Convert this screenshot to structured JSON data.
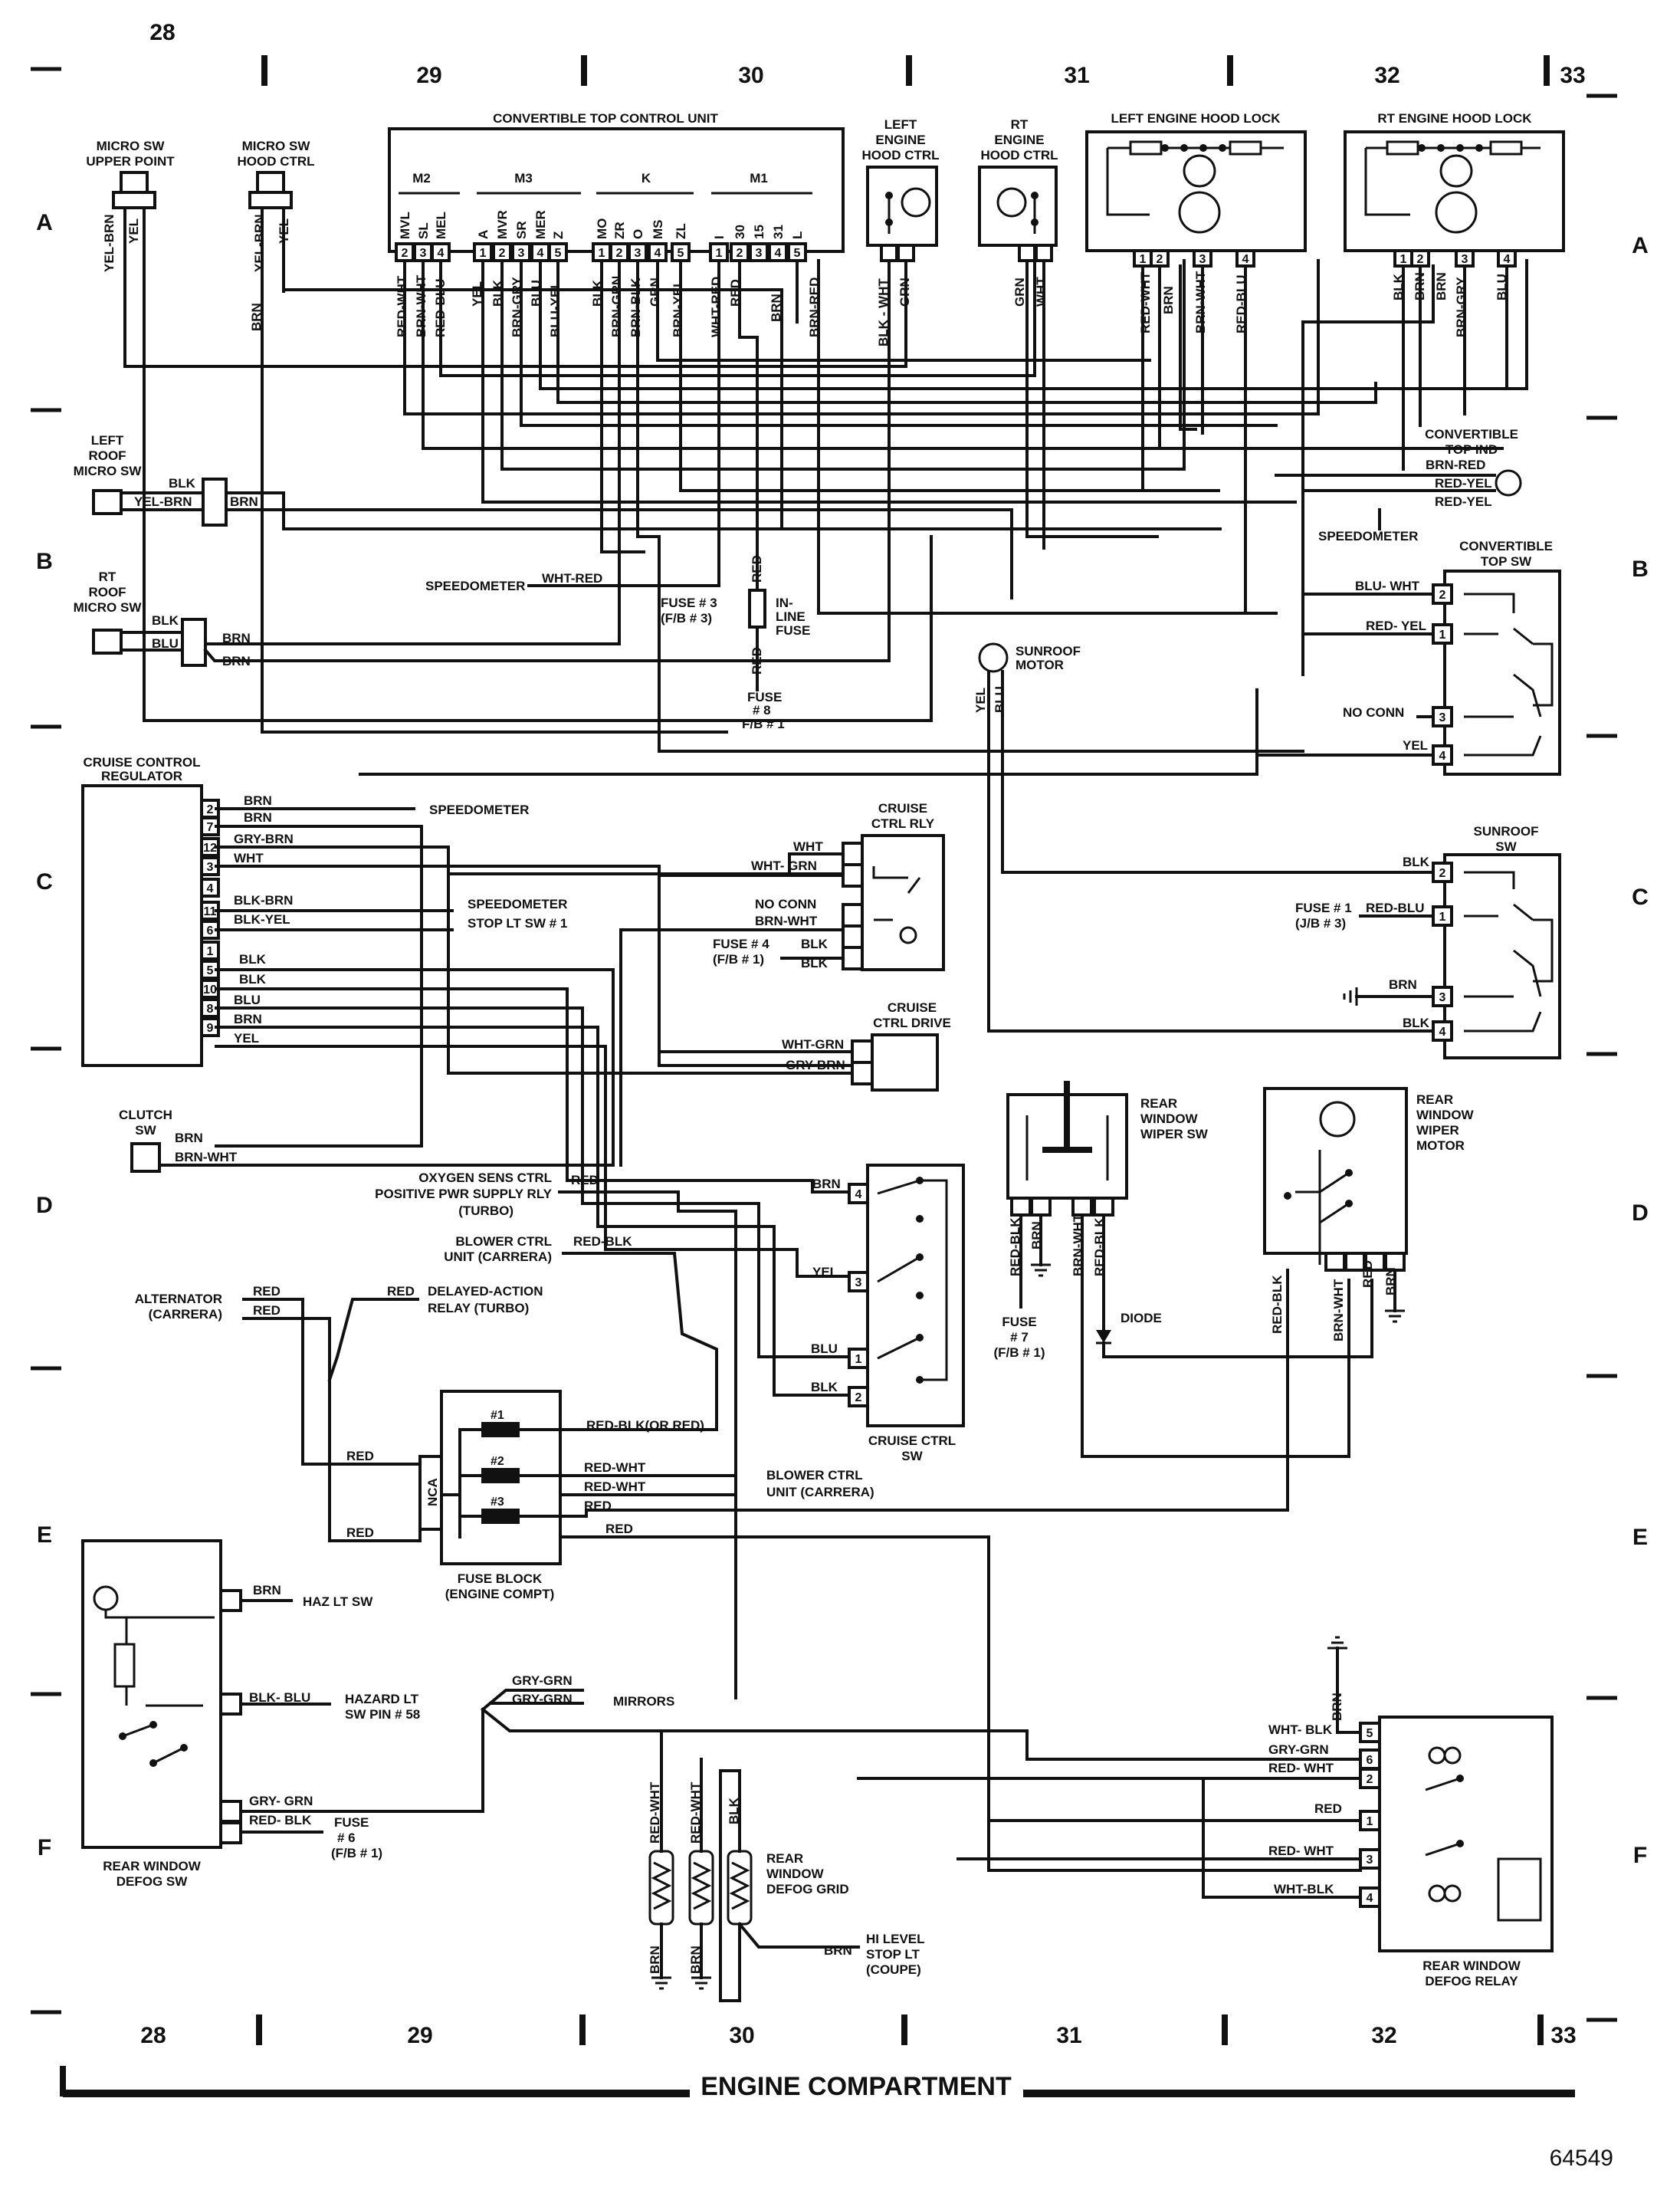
{
  "grid": {
    "columns": [
      "28",
      "29",
      "30",
      "31",
      "32",
      "33"
    ],
    "rows": [
      "A",
      "B",
      "C",
      "D",
      "E",
      "F"
    ]
  },
  "title": "ENGINE COMPARTMENT",
  "figure_number": "64549",
  "components": {
    "micro_sw_upper": [
      "MICRO SW",
      "UPPER POINT"
    ],
    "micro_sw_hood": [
      "MICRO SW",
      "HOOD CTRL"
    ],
    "top_control_unit": "CONVERTIBLE TOP CONTROL UNIT",
    "tcu_groups": [
      "M2",
      "M3",
      "K",
      "M1"
    ],
    "tcu_terms": [
      "MVL",
      "SL",
      "MEL",
      "A",
      "MVR",
      "SR",
      "MER",
      "Z",
      "MO",
      "ZR",
      "O",
      "MS",
      "ZL",
      "I",
      "30",
      "15",
      "31",
      "L"
    ],
    "tcu_pins": [
      "2",
      "3",
      "4",
      "1",
      "2",
      "3",
      "4",
      "5",
      "1",
      "2",
      "3",
      "4",
      "5",
      "1",
      "2",
      "3",
      "4",
      "5"
    ],
    "left_hood_ctrl": [
      "LEFT",
      "ENGINE",
      "HOOD CTRL"
    ],
    "rt_hood_ctrl": [
      "RT",
      "ENGINE",
      "HOOD CTRL"
    ],
    "left_hood_lock": "LEFT ENGINE HOOD LOCK",
    "rt_hood_lock": "RT ENGINE HOOD LOCK",
    "lock_pins": [
      "1",
      "2",
      "3",
      "4"
    ],
    "left_roof_micro": [
      "LEFT",
      "ROOF",
      "MICRO SW"
    ],
    "rt_roof_micro": [
      "RT",
      "ROOF",
      "MICRO SW"
    ],
    "convertible_top_ind": [
      "CONVERTIBLE",
      "TOP IND"
    ],
    "convertible_top_sw": [
      "CONVERTIBLE",
      "TOP SW"
    ],
    "speedometer": "SPEEDOMETER",
    "fuse3": [
      "FUSE # 3",
      "(F/B # 3)"
    ],
    "inline_fuse": [
      "IN-",
      "LINE",
      "FUSE"
    ],
    "fuse8": [
      "FUSE",
      "# 8",
      "F/B # 1"
    ],
    "sunroof_motor": [
      "SUNROOF",
      "MOTOR"
    ],
    "no_conn": "NO CONN",
    "cruise_regulator": [
      "CRUISE CONTROL",
      "REGULATOR"
    ],
    "regulator_pins": [
      "2",
      "7",
      "12",
      "3",
      "4",
      "11",
      "6",
      "1",
      "5",
      "10",
      "8",
      "9"
    ],
    "cruise_rly": [
      "CRUISE",
      "CTRL RLY"
    ],
    "fuse4": [
      "FUSE # 4",
      "(F/B # 1)"
    ],
    "stop_lt_sw": "STOP LT SW # 1",
    "cruise_drive": [
      "CRUISE",
      "CTRL DRIVE"
    ],
    "sunroof_sw": [
      "SUNROOF",
      "SW"
    ],
    "fuse1": [
      "FUSE # 1",
      "(J/B # 3)"
    ],
    "clutch_sw": [
      "CLUTCH",
      "SW"
    ],
    "rear_wiper_sw": [
      "REAR",
      "WINDOW",
      "WIPER SW"
    ],
    "rear_wiper_motor": [
      "REAR",
      "WINDOW",
      "WIPER",
      "MOTOR"
    ],
    "oxygen": [
      "OXYGEN SENS CTRL",
      "POSITIVE PWR SUPPLY RLY",
      "(TURBO)"
    ],
    "blower_ctrl": [
      "BLOWER CTRL",
      "UNIT (CARRERA)"
    ],
    "alternator": [
      "ALTERNATOR",
      "(CARRERA)"
    ],
    "delayed_relay": [
      "DELAYED-ACTION",
      "RELAY (TURBO)"
    ],
    "cruise_ctrl_sw": [
      "CRUISE CTRL",
      "SW"
    ],
    "fuse7": [
      "FUSE",
      "# 7",
      "(F/B # 1)"
    ],
    "diode": "DIODE",
    "fuse_block": [
      "FUSE BLOCK",
      "(ENGINE COMPT)"
    ],
    "fuse_block_fuses": [
      "#1",
      "#2",
      "#3"
    ],
    "nca": "NCA",
    "blower_ctrl2": [
      "BLOWER CTRL",
      "UNIT (CARRERA)"
    ],
    "haz_lt_sw": "HAZ LT SW",
    "hazard_pin": [
      "HAZARD LT",
      "SW PIN # 58"
    ],
    "mirrors": "MIRRORS",
    "rear_defog_sw": [
      "REAR  WINDOW",
      "DEFOG SW"
    ],
    "fuse6": [
      "FUSE",
      "# 6",
      "(F/B # 1)"
    ],
    "defog_grid": [
      "REAR",
      "WINDOW",
      "DEFOG GRID"
    ],
    "hi_level": [
      "HI LEVEL",
      "STOP LT",
      "(COUPE)"
    ],
    "defog_relay": [
      "REAR  WINDOW",
      "DEFOG  RELAY"
    ],
    "defog_relay_pins": [
      "5",
      "6",
      "2",
      "1",
      "3",
      "4"
    ]
  },
  "wires": {
    "yel_brn": "YEL-BRN",
    "yel": "YEL",
    "brn": "BRN",
    "blk": "BLK",
    "blu": "BLU",
    "red": "RED",
    "wht": "WHT",
    "grn": "GRN",
    "red_wht": "RED-WHT",
    "brn_wht": "BRN-WHT",
    "red_blu": "RED-BLU",
    "brn_gry": "BRN-GRY",
    "blu_yel": "BLU-YEL",
    "brn_grn": "BRN-GRN",
    "brn_blk": "BRN-BLK",
    "brn_yel": "BRN-YEL",
    "wht_red": "WHT-RED",
    "brn_red": "BRN-RED",
    "blk_wht": "BLK - WHT",
    "red_yel": "RED-YEL",
    "blu_wht": "BLU- WHT",
    "red_yel2": "RED- YEL",
    "gry_brn": "GRY-BRN",
    "wht_grn": "WHT- GRN",
    "blk_brn": "BLK-BRN",
    "blk_yel": "BLK-YEL",
    "wht_grn2": "WHT-GRN",
    "red_blk": "RED-BLK",
    "red_blk_or_red": "RED-BLK(OR RED)",
    "blk_blu": "BLK- BLU",
    "gry_grn": "GRY- GRN",
    "gry_grn2": "GRY-GRN",
    "red_blk2": "RED- BLK",
    "wht_blk": "WHT- BLK",
    "wht_blk2": "WHT-BLK",
    "red_wht2": "RED- WHT",
    "red_blk_v": "RED-BLK"
  }
}
